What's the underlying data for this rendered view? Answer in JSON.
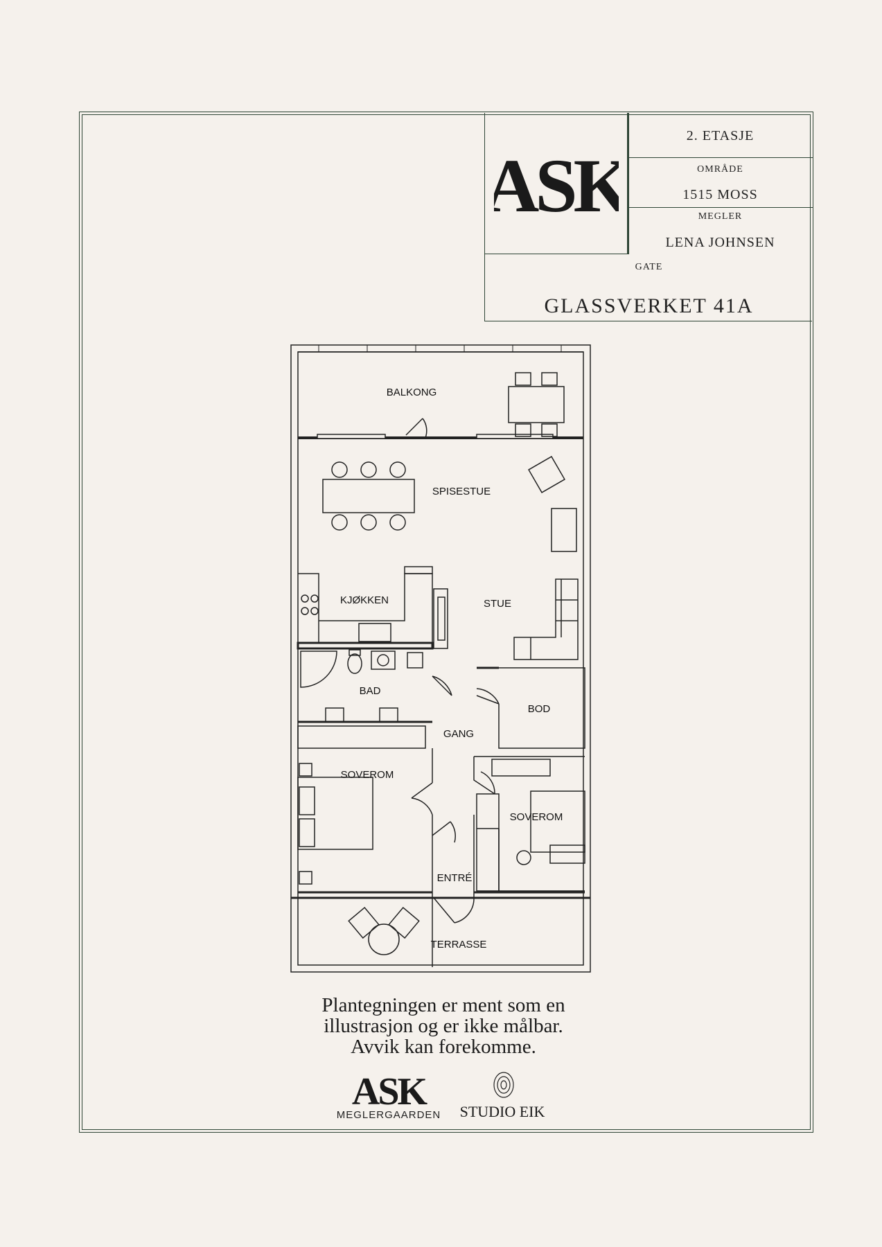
{
  "header": {
    "logo_text": "ASK",
    "floor": "2. ETASJE",
    "area_label": "OMRÅDE",
    "area_value": "1515 MOSS",
    "agent_label": "MEGLER",
    "agent_value": "LENA JOHNSEN",
    "street_label": "GATE",
    "street_value": "GLASSVERKET 41A"
  },
  "rooms": {
    "balcony": "BALKONG",
    "dining": "SPISESTUE",
    "kitchen": "KJØKKEN",
    "living": "STUE",
    "bath": "BAD",
    "storage": "BOD",
    "hall": "GANG",
    "bedroom1": "SOVEROM",
    "bedroom2": "SOVEROM",
    "entry": "ENTRÉ",
    "terrace": "TERRASSE"
  },
  "disclaimer": {
    "line1": "Plantegningen er ment som en",
    "line2": "illustrasjon og er ikke målbar.",
    "line3": "Avvik kan forekomme."
  },
  "footer": {
    "ask_logo": "ASK",
    "ask_sub": "MEGLERGAARDEN",
    "eik_logo": "STUDIO EIK"
  }
}
